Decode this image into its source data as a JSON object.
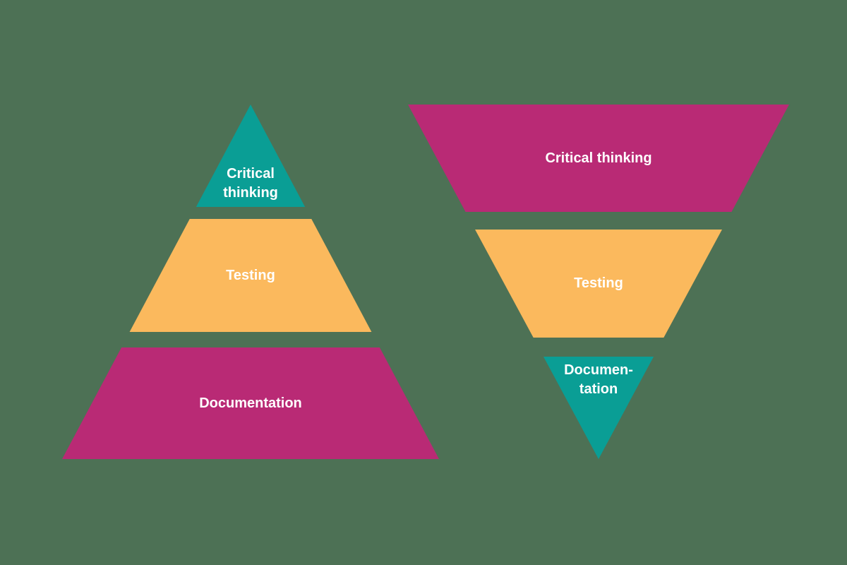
{
  "background": "#4d7155",
  "palette": {
    "teal": "#0a9e95",
    "orange": "#fbb95d",
    "magenta": "#b92a75",
    "text": "#ffffff"
  },
  "pyramid_left": {
    "orientation": "upright",
    "levels": [
      {
        "label": "Critical thinking",
        "lines": [
          "Critical",
          "thinking"
        ],
        "color": "#0a9e95"
      },
      {
        "label": "Testing",
        "lines": [
          "Testing"
        ],
        "color": "#fbb95d"
      },
      {
        "label": "Documentation",
        "lines": [
          "Documentation"
        ],
        "color": "#b92a75"
      }
    ]
  },
  "pyramid_right": {
    "orientation": "inverted",
    "levels": [
      {
        "label": "Critical thinking",
        "lines": [
          "Critical thinking"
        ],
        "color": "#b92a75"
      },
      {
        "label": "Testing",
        "lines": [
          "Testing"
        ],
        "color": "#fbb95d"
      },
      {
        "label": "Documentation",
        "lines": [
          "Documen-",
          "tation"
        ],
        "color": "#0a9e95"
      }
    ]
  }
}
